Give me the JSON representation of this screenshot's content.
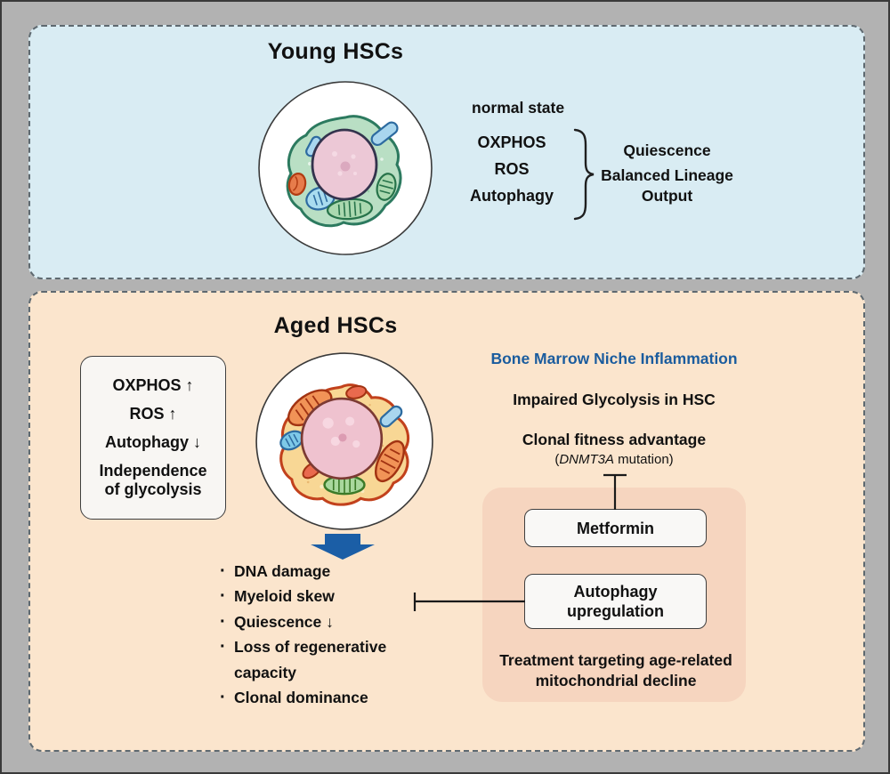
{
  "young": {
    "title": "Young HSCs",
    "state_label": "normal state",
    "factors": [
      "OXPHOS",
      "ROS",
      "Autophagy"
    ],
    "outcome_primary": "Quiescence",
    "outcome_secondary": "Balanced Lineage Output"
  },
  "aged": {
    "title": "Aged HSCs",
    "traits": [
      "OXPHOS ↑",
      "ROS ↑",
      "Autophagy ↓",
      "Independence of glycolysis"
    ],
    "niche_heading": "Bone Marrow Niche Inflammation",
    "impaired_label": "Impaired Glycolysis in HSC",
    "clonal_label": "Clonal fitness advantage",
    "clonal_sub_open": "(",
    "clonal_gene": "DNMT3A",
    "clonal_sub_rest": " mutation)",
    "metformin_label": "Metformin",
    "autophagy_label": "Autophagy upregulation",
    "treatment_caption": "Treatment targeting age-related mitochondrial decline",
    "bullet_glyph": "·",
    "phenotypes": [
      "DNA damage",
      "Myeloid skew",
      "Quiescence ↓",
      "Loss of regenerative capacity",
      "Clonal dominance"
    ]
  },
  "colors": {
    "young_panel_bg": "#d9ecf3",
    "aged_panel_bg": "#fbe5cd",
    "inner_panel_bg": "#f6d5bf",
    "accent_blue_text": "#1a5c9e",
    "arrow_blue": "#1b5ea6",
    "frame_gray": "#b2b2b2"
  }
}
